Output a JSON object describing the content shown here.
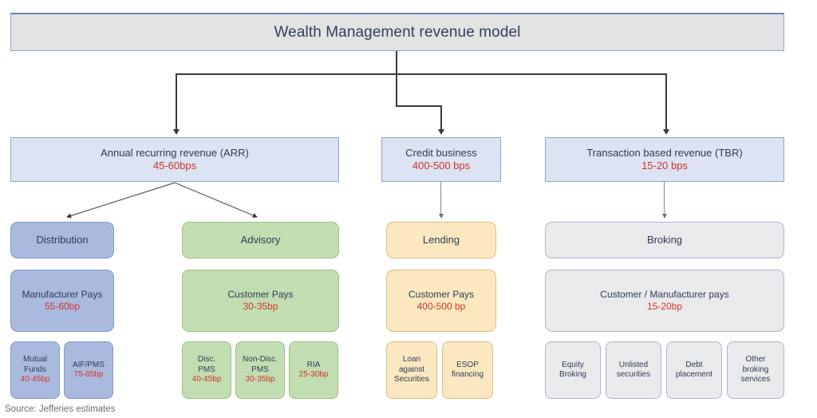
{
  "diagram": {
    "title": "Wealth Management revenue model",
    "source": "Source: Jefferies estimates",
    "colors": {
      "title_bar_bg": "#e3e3e3",
      "level1_bg": "#dce3f2",
      "blue": "#aabadf",
      "green": "#c3ddb2",
      "cream": "#fbe8c0",
      "grey": "#e9eaec",
      "text": "#2f3b54",
      "bps_accent": "#d0342c",
      "source_text": "#6d6d6d"
    },
    "branches": [
      {
        "id": "arr",
        "label": "Annual recurring revenue (ARR)",
        "bps": "45-60bps",
        "categories": [
          {
            "id": "distribution",
            "label": "Distribution",
            "payer": "Manufacturer Pays",
            "payer_bps": "55-60bp",
            "leaves": [
              {
                "label": "Mutual\nFunds",
                "bps": "40-45bp"
              },
              {
                "label": "AIF/PMS",
                "bps": "75-85bp"
              }
            ]
          },
          {
            "id": "advisory",
            "label": "Advisory",
            "payer": "Customer Pays",
            "payer_bps": "30-35bp",
            "leaves": [
              {
                "label": "Disc.\nPMS",
                "bps": "40-45bp"
              },
              {
                "label": "Non-Disc.\nPMS",
                "bps": "30-35bp"
              },
              {
                "label": "RIA",
                "bps": "25-30bp"
              }
            ]
          }
        ]
      },
      {
        "id": "credit",
        "label": "Credit business",
        "bps": "400-500 bps",
        "categories": [
          {
            "id": "lending",
            "label": "Lending",
            "payer": "Customer Pays",
            "payer_bps": "400-500 bp",
            "leaves": [
              {
                "label": "Loan\nagainst\nSecurities",
                "bps": ""
              },
              {
                "label": "ESOP\nfinancing",
                "bps": ""
              }
            ]
          }
        ]
      },
      {
        "id": "tbr",
        "label": "Transaction based revenue (TBR)",
        "bps": "15-20 bps",
        "categories": [
          {
            "id": "broking",
            "label": "Broking",
            "payer": "Customer / Manufacturer pays",
            "payer_bps": "15-20bp",
            "leaves": [
              {
                "label": "Equity\nBroking",
                "bps": ""
              },
              {
                "label": "Unlisted\nsecurities",
                "bps": ""
              },
              {
                "label": "Debt\nplacement",
                "bps": ""
              },
              {
                "label": "Other\nbroking\nservices",
                "bps": ""
              }
            ]
          }
        ]
      }
    ]
  }
}
